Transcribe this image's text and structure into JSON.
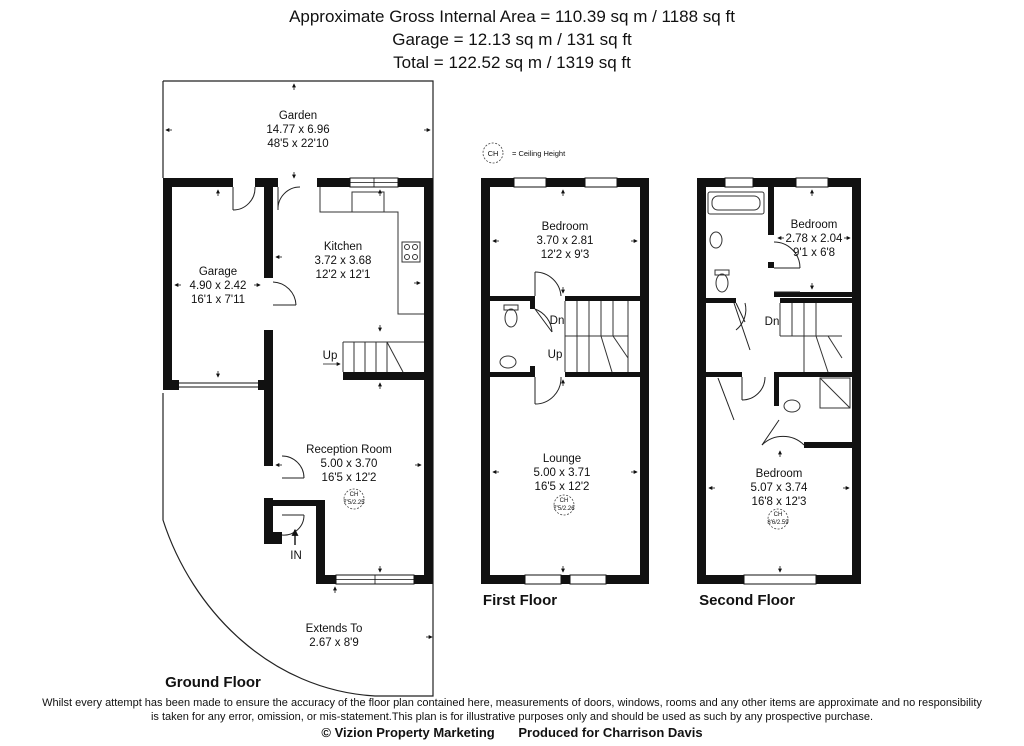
{
  "header": {
    "line1": "Approximate Gross Internal Area = 110.39 sq m / 1188 sq ft",
    "line2": "Garage = 12.13 sq m / 131 sq ft",
    "line3": "Total = 122.52 sq m / 1319 sq ft"
  },
  "legend": {
    "symbol": "CH",
    "text": "= Ceiling Height"
  },
  "floors": {
    "ground": {
      "label": "Ground Floor",
      "garden": {
        "name": "Garden",
        "metric": "14.77 x 6.96",
        "imperial": "48'5 x 22'10"
      },
      "garage": {
        "name": "Garage",
        "metric": "4.90 x 2.42",
        "imperial": "16'1 x 7'11"
      },
      "kitchen": {
        "name": "Kitchen",
        "metric": "3.72 x 3.68",
        "imperial": "12'2 x 12'1"
      },
      "reception": {
        "name": "Reception Room",
        "metric": "5.00 x 3.70",
        "imperial": "16'5 x 12'2",
        "ch": "7'5/2.25"
      },
      "extends": {
        "name": "Extends To",
        "metric": "2.67 x 8'9"
      },
      "stairs_up": "Up",
      "entrance": "IN"
    },
    "first": {
      "label": "First Floor",
      "bedroom": {
        "name": "Bedroom",
        "metric": "3.70 x 2.81",
        "imperial": "12'2 x 9'3"
      },
      "lounge": {
        "name": "Lounge",
        "metric": "5.00 x 3.71",
        "imperial": "16'5 x 12'2",
        "ch": "7'5/2.26"
      },
      "stairs_down": "Dn",
      "stairs_up": "Up"
    },
    "second": {
      "label": "Second Floor",
      "bedroom_small": {
        "name": "Bedroom",
        "metric": "2.78 x 2.04",
        "imperial": "9'1 x 6'8"
      },
      "bedroom_large": {
        "name": "Bedroom",
        "metric": "5.07 x 3.74",
        "imperial": "16'8 x 12'3",
        "ch": "8'6/2.59"
      },
      "stairs_down": "Dn"
    }
  },
  "footer": {
    "disclaimer": "Whilst every attempt has been made to ensure the accuracy of the floor plan contained here, measurements of doors, windows, rooms and any other items are approximate and no responsibility is taken for any error, omission, or mis-statement.This plan is for illustrative purposes only and should be used as such by any prospective purchase.",
    "copyright": "© Vizion Property Marketing",
    "produced": "Produced for Charrison Davis"
  }
}
